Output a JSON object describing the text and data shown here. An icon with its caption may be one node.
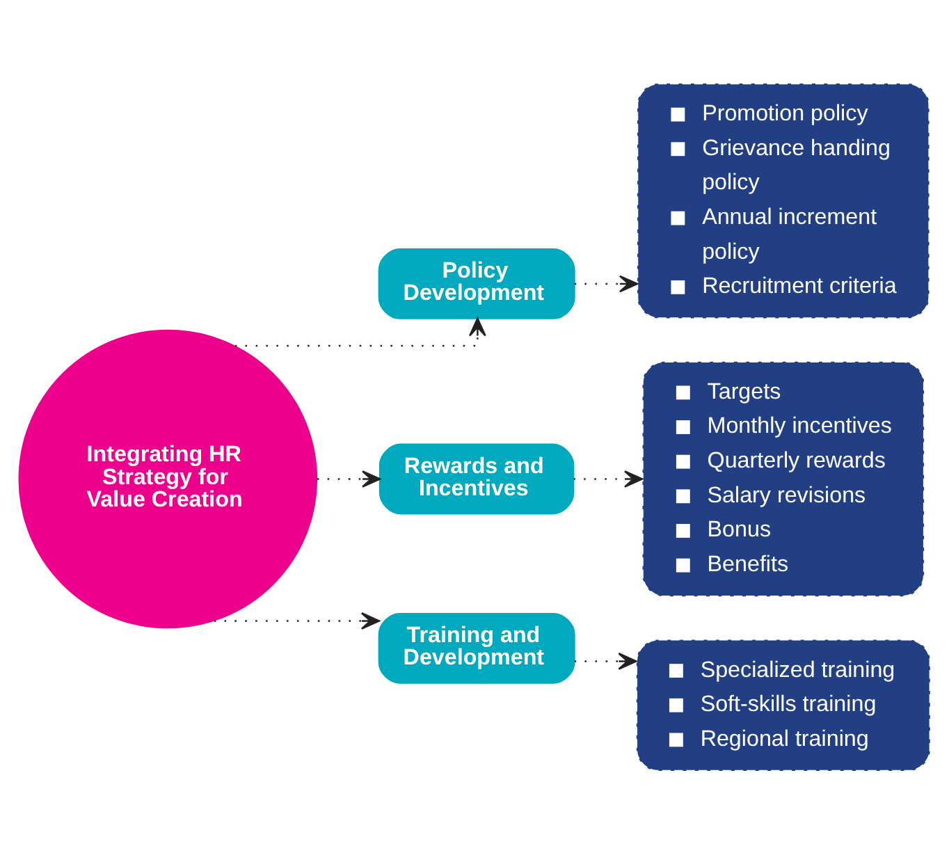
{
  "diagram": {
    "nodes": [
      {
        "text": [
          "Integrating HR Strategy for Value Creation"
        ]
      },
      {
        "text": [
          "Policy Development"
        ]
      },
      {
        "text": [
          "Rewards and Incentives"
        ]
      },
      {
        "text": [
          "Training and Development"
        ]
      },
      {
        "text": [
          "Promotion policy",
          "Grievance handing policy",
          "Annual increment policy",
          "Recruitment criteria"
        ]
      },
      {
        "text": [
          "Targets",
          "Monthly incentives",
          "Quarterly rewards",
          "Salary revisions",
          "Bonus",
          "Benefits"
        ]
      },
      {
        "text": [
          "Specialized training",
          "Soft-skills training",
          "Regional training"
        ]
      }
    ],
    "edges": [
      {
        "from": 0,
        "to": 1,
        "arrow": "to",
        "style": "dashed"
      },
      {
        "from": 0,
        "to": 2,
        "arrow": "to",
        "style": "dashed"
      },
      {
        "from": 0,
        "to": 3,
        "arrow": "to",
        "style": "dashed"
      },
      {
        "from": 1,
        "to": 4,
        "arrow": "to",
        "style": "dashed"
      },
      {
        "from": 2,
        "to": 5,
        "arrow": "to",
        "style": "dashed"
      },
      {
        "from": 3,
        "to": 6,
        "arrow": "to",
        "style": "dashed"
      }
    ]
  }
}
